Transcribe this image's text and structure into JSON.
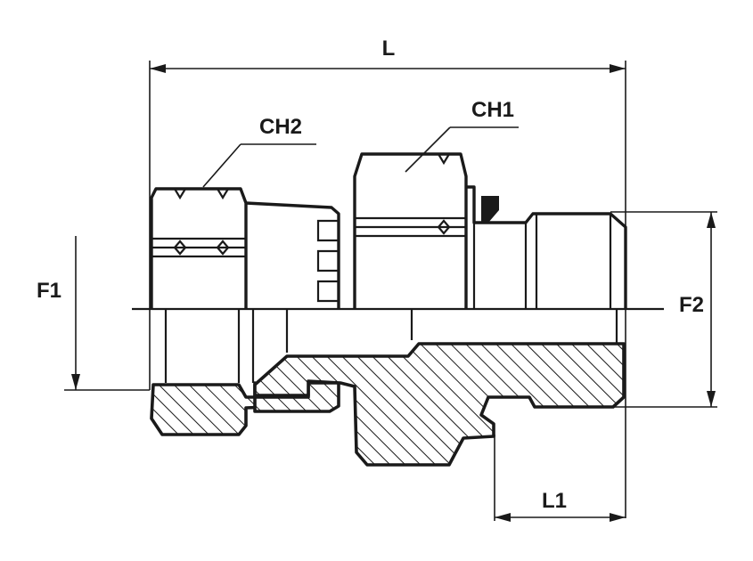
{
  "labels": {
    "L": "L",
    "CH1": "CH1",
    "CH2": "CH2",
    "F1": "F1",
    "F2": "F2",
    "L1": "L1"
  },
  "colors": {
    "ink": "#1a1a1a",
    "background": "#ffffff"
  }
}
